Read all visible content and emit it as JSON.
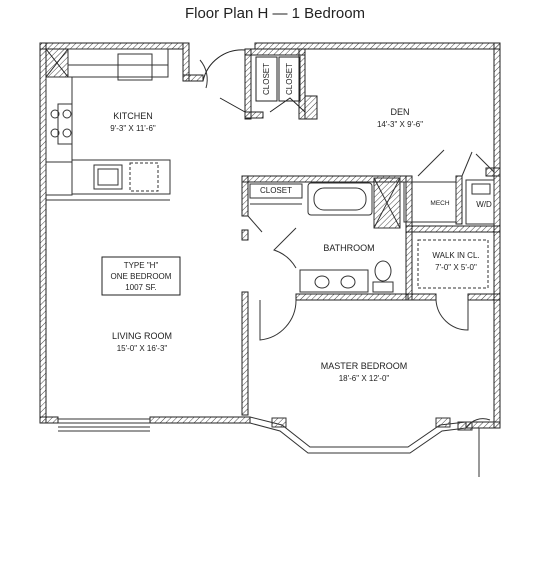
{
  "title": "Floor Plan H — 1 Bedroom",
  "rooms": {
    "kitchen": {
      "name": "KITCHEN",
      "size": "9'-3\" X 11'-6\""
    },
    "den": {
      "name": "DEN",
      "size": "14'-3\" X 9'-6\""
    },
    "bathroom": {
      "name": "BATHROOM"
    },
    "living": {
      "name": "LIVING ROOM",
      "size": "15'-0\" X 16'-3\""
    },
    "master": {
      "name": "MASTER BEDROOM",
      "size": "18'-6\" X 12'-0\""
    },
    "walkin": {
      "name": "WALK IN CL.",
      "size": "7'-0\" X 5'-0\""
    }
  },
  "labels": {
    "closet": "CLOSET",
    "closet_vertical_1": "CLOSET",
    "closet_vertical_2": "CLOSET",
    "mech": "MECH",
    "wd": "W/D"
  },
  "type_box": {
    "line1": "TYPE \"H\"",
    "line2": "ONE BEDROOM",
    "line3": "1007 SF."
  },
  "colors": {
    "wall": "#222222",
    "hatch": "#555555",
    "line": "#333333"
  }
}
